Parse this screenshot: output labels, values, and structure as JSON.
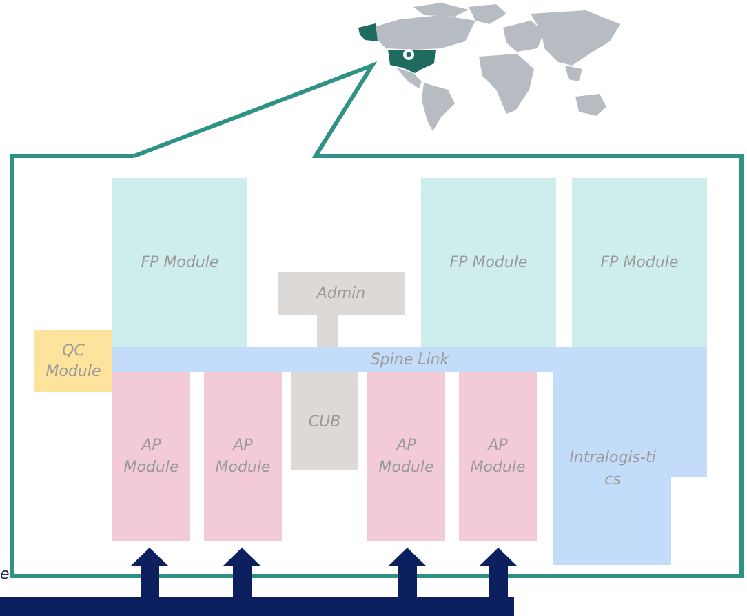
{
  "modules": {
    "fp1": "FP Module",
    "fp2": "FP Module",
    "fp3": "FP Module",
    "admin": "Admin",
    "qc": "QC Module",
    "spine": "Spine Link",
    "cub": "CUB",
    "ap1": "AP Module",
    "ap2": "AP Module",
    "ap3": "AP Module",
    "ap4": "AP Module",
    "intralogistics": "Intralogis-tics"
  },
  "edge_fragment": "e",
  "colors": {
    "frame": "#2e9285",
    "fp": "#cdeeed",
    "ap": "#f3cad8",
    "service": "#ddd9d6",
    "qc": "#fde39b",
    "spine": "#c3dcf9",
    "arrows": "#0c1f5e",
    "map_land": "#b7bcc3",
    "map_highlight": "#1f6b5f"
  },
  "icons": [
    "world-map",
    "location-pin-icon",
    "up-arrow-icon"
  ]
}
